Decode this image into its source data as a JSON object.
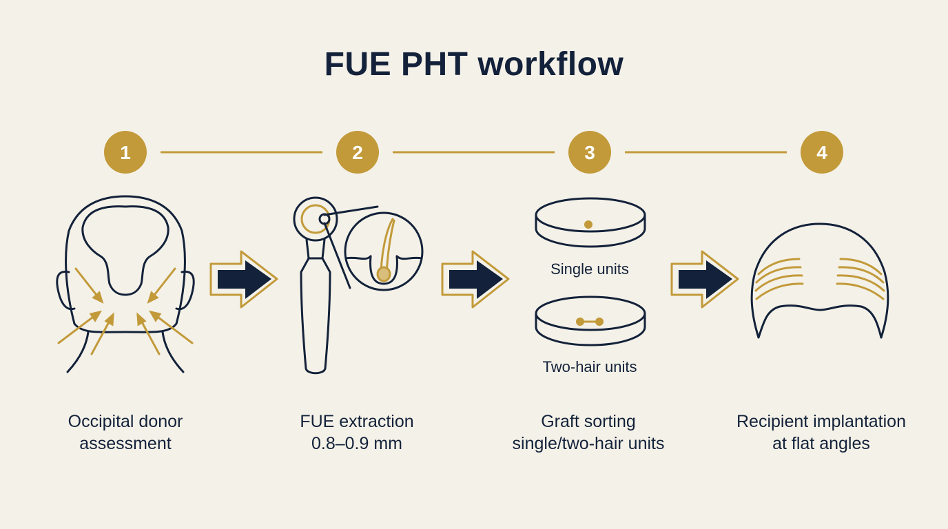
{
  "title": "FUE PHT workflow",
  "colors": {
    "background": "#f4f1e8",
    "navy": "#13223a",
    "gold": "#c29a3a"
  },
  "steps": [
    {
      "number": "1",
      "line1": "Occipital donor",
      "line2": "assessment",
      "icon": "head-back-donor-icon"
    },
    {
      "number": "2",
      "line1": "FUE extraction",
      "line2": "0.8–0.9 mm",
      "icon": "punch-tool-follicle-icon"
    },
    {
      "number": "3",
      "line1": "Graft sorting",
      "line2": "single/two-hair units",
      "icon": "petri-dish-icon"
    },
    {
      "number": "4",
      "line1": "Recipient implantation",
      "line2": "at flat angles",
      "icon": "head-top-hairline-icon"
    }
  ],
  "sorting_labels": {
    "single": "Single units",
    "two_hair": "Two-hair units"
  }
}
